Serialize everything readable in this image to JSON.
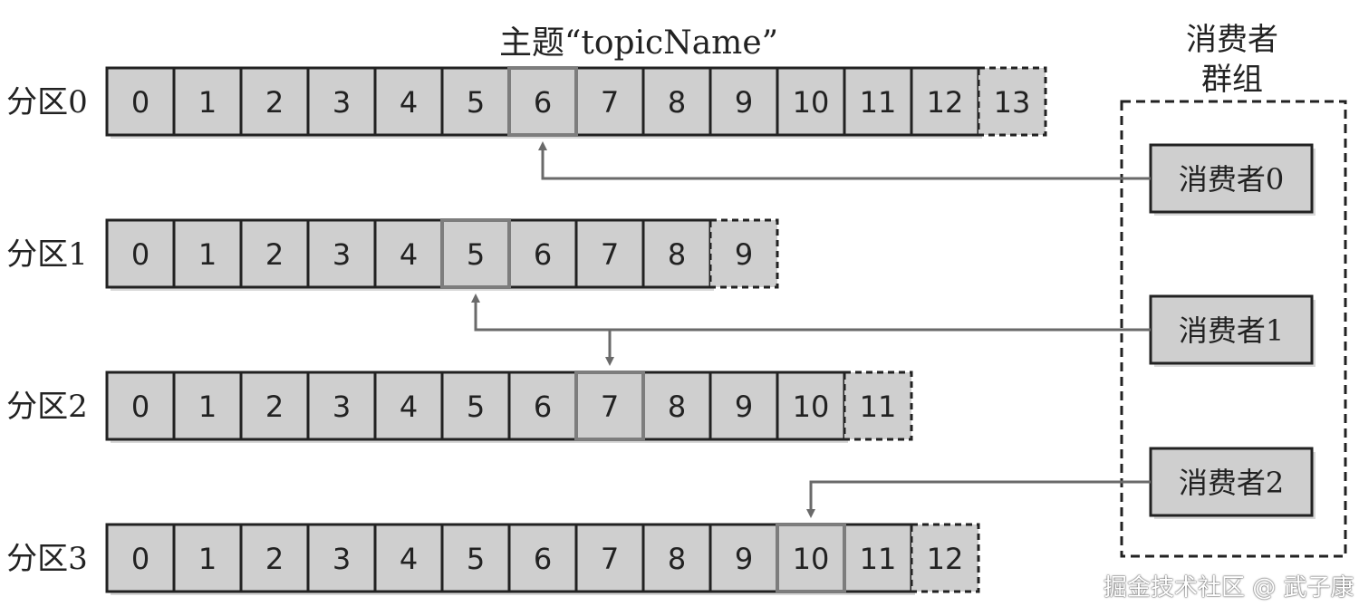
{
  "topic": {
    "title": "主题“topicName”"
  },
  "consumer_group": {
    "label_line1": "消费者",
    "label_line2": "群组",
    "consumers": [
      {
        "label": "消费者0"
      },
      {
        "label": "消费者1"
      },
      {
        "label": "消费者2"
      }
    ]
  },
  "partitions": [
    {
      "label": "分区0",
      "offsets": [
        "0",
        "1",
        "2",
        "3",
        "4",
        "5",
        "6",
        "7",
        "8",
        "9",
        "10",
        "11",
        "12"
      ],
      "next_offset": "13",
      "consumer_position": "6",
      "consumer": 0
    },
    {
      "label": "分区1",
      "offsets": [
        "0",
        "1",
        "2",
        "3",
        "4",
        "5",
        "6",
        "7",
        "8"
      ],
      "next_offset": "9",
      "consumer_position": "5",
      "consumer": 1
    },
    {
      "label": "分区2",
      "offsets": [
        "0",
        "1",
        "2",
        "3",
        "4",
        "5",
        "6",
        "7",
        "8",
        "9",
        "10"
      ],
      "next_offset": "11",
      "consumer_position": "7",
      "consumer": 1
    },
    {
      "label": "分区3",
      "offsets": [
        "0",
        "1",
        "2",
        "3",
        "4",
        "5",
        "6",
        "7",
        "8",
        "9",
        "10",
        "11"
      ],
      "next_offset": "12",
      "consumer_position": "10",
      "consumer": 2
    }
  ],
  "colors": {
    "cell_fill": "#cfcfcf",
    "cell_border": "#222222",
    "highlight_border": "#7d7d7d",
    "arrow": "#6a6a6a",
    "consumer_fill": "#cfcfcf"
  },
  "watermark": "掘金技术社区 @ 武子康"
}
